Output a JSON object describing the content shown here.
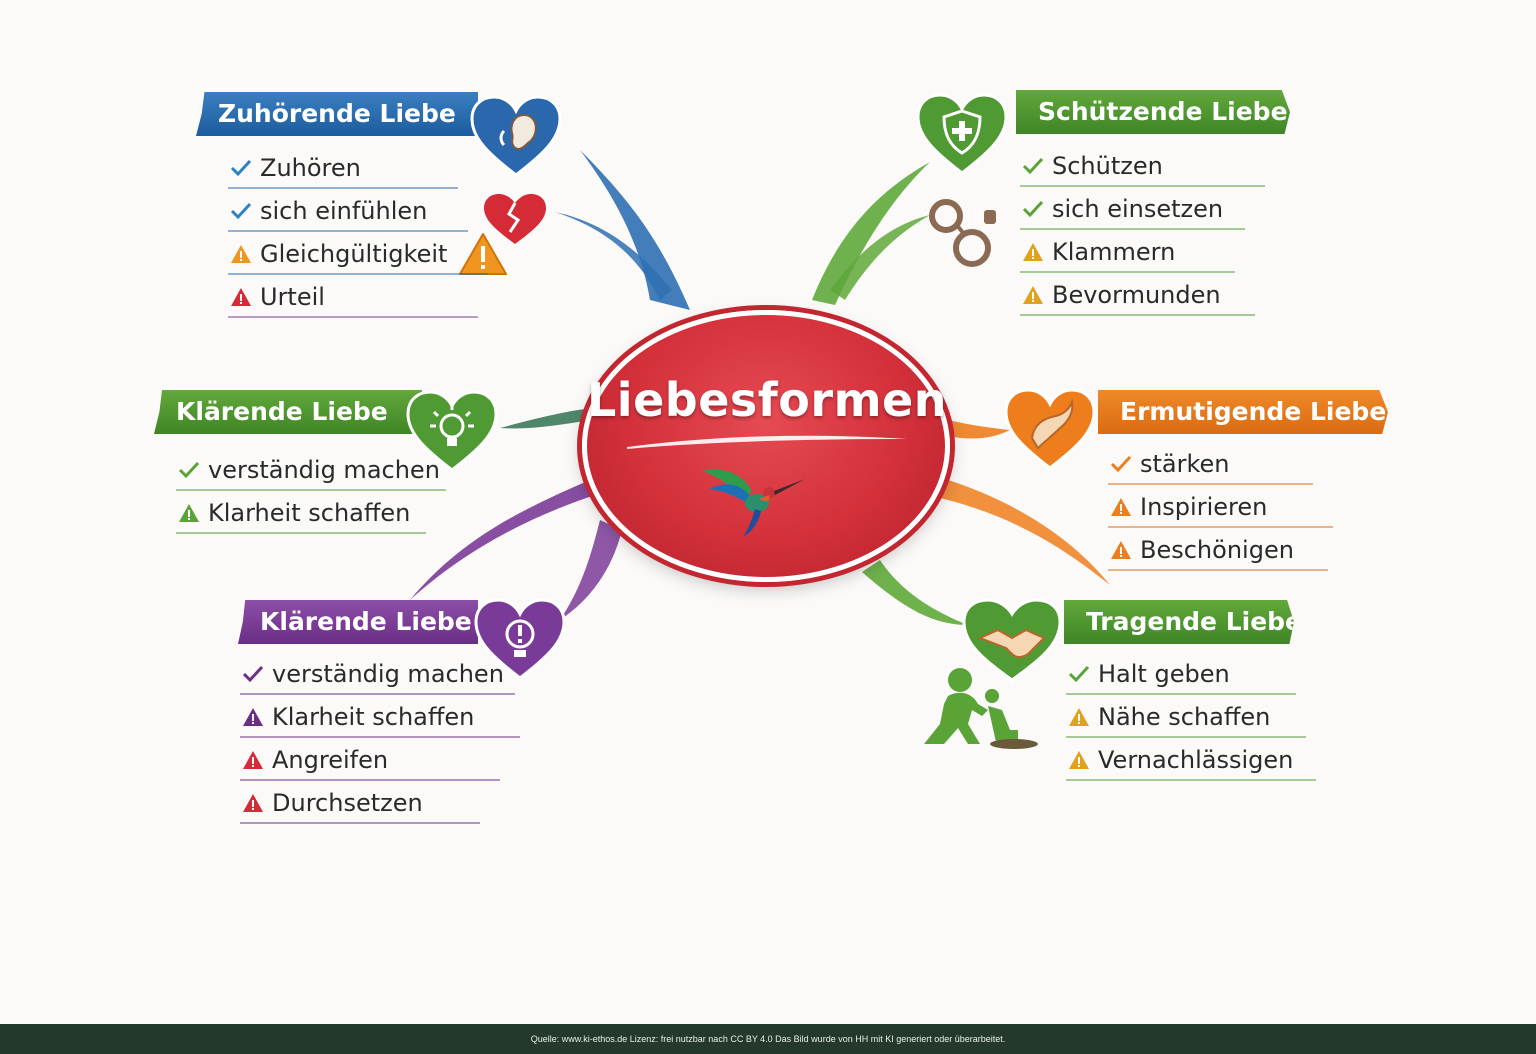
{
  "center": {
    "title": "Liebesformen"
  },
  "branches": [
    {
      "title": "Zuhörende Liebe",
      "color": "#1d5c9e",
      "items": [
        {
          "text": "Zuhören",
          "type": "check"
        },
        {
          "text": "sich einfühlen",
          "type": "check"
        },
        {
          "text": "Gleichgültigkeit",
          "type": "warn"
        },
        {
          "text": "Urteil",
          "type": "danger"
        }
      ]
    },
    {
      "title": "Klärende Liebe",
      "color": "#3f8526",
      "items": [
        {
          "text": "verständig machen",
          "type": "check"
        },
        {
          "text": "Klarheit schaffen",
          "type": "warn"
        }
      ]
    },
    {
      "title": "Klärende Liebe",
      "color": "#6b2e86",
      "items": [
        {
          "text": "verständig machen",
          "type": "check"
        },
        {
          "text": "Klarheit schaffen",
          "type": "warn"
        },
        {
          "text": "Angreifen",
          "type": "danger"
        },
        {
          "text": "Durchsetzen",
          "type": "danger"
        }
      ]
    },
    {
      "title": "Schützende Liebe",
      "color": "#3f8526",
      "items": [
        {
          "text": "Schützen",
          "type": "check"
        },
        {
          "text": "sich einsetzen",
          "type": "check"
        },
        {
          "text": "Klammern",
          "type": "warn"
        },
        {
          "text": "Bevormunden",
          "type": "warn"
        }
      ]
    },
    {
      "title": "Ermutigende Liebe",
      "color": "#d96b12",
      "items": [
        {
          "text": "stärken",
          "type": "check"
        },
        {
          "text": "Inspirieren",
          "type": "warn"
        },
        {
          "text": "Beschönigen",
          "type": "warn"
        }
      ]
    },
    {
      "title": "Tragende Liebe",
      "color": "#3f8526",
      "items": [
        {
          "text": "Halt geben",
          "type": "check"
        },
        {
          "text": "Nähe schaffen",
          "type": "warn"
        },
        {
          "text": "Vernachlässigen",
          "type": "warn"
        }
      ]
    }
  ],
  "icons": [
    "ear-heart-icon",
    "broken-heart-icon",
    "warning-icon",
    "shield-cross-heart-icon",
    "handcuffs-icon",
    "lightbulb-heart-icon",
    "exclamation-heart-icon",
    "hand-heart-icon",
    "handshake-heart-icon",
    "kneeling-helper-icon",
    "hummingbird-icon"
  ],
  "colors": {
    "blue": "#1d5c9e",
    "green": "#3f8526",
    "purple": "#6b2e86",
    "orange": "#d96b12",
    "red": "#d3303a"
  },
  "footer": {
    "text": "Quelle: www.ki-ethos.de Lizenz: frei nutzbar nach CC BY 4.0 Das Bild wurde von HH mit KI generiert oder überarbeitet."
  }
}
